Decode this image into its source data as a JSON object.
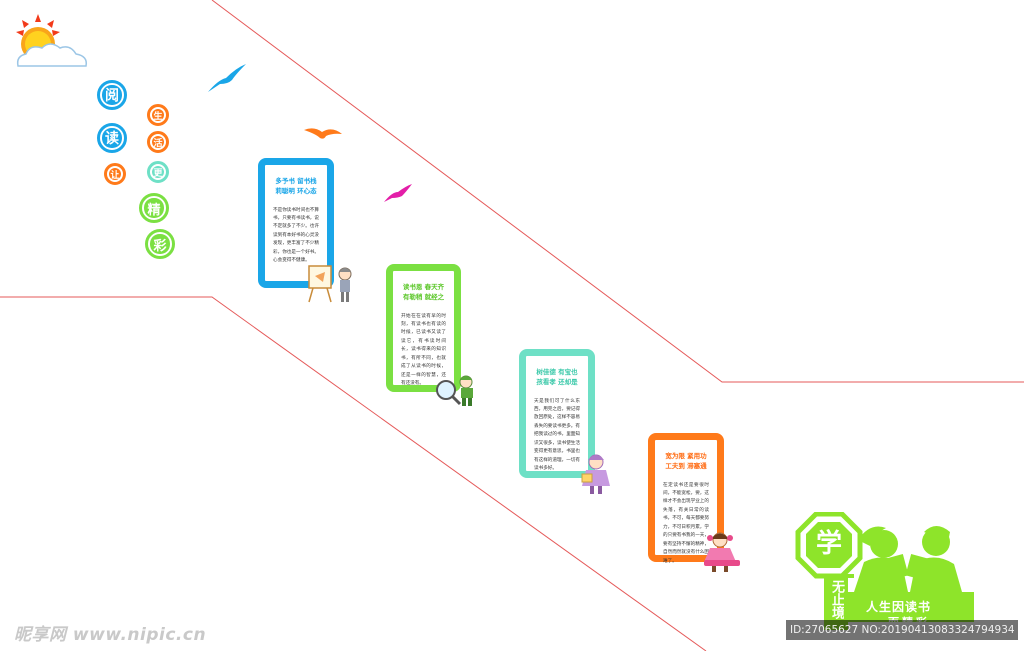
{
  "slogan": {
    "big_chars": [
      "阅",
      "读"
    ],
    "small_chars": [
      "让",
      "生",
      "活",
      "更"
    ],
    "green_chars": [
      "精",
      "彩"
    ]
  },
  "cards": [
    {
      "title_1": "多予书  留书栈",
      "title_2": "莉聪明  环心态",
      "body": "不是你读书时间也不算书，只要有书读书，说不定就多了不少。也许读到有本好书的心灵没发现，更丰富了不少精彩，你也是一个好书。心会变得不健康。"
    },
    {
      "title_1": "读书恩  春天齐",
      "title_2": "有勒稍  就经之",
      "body": "开始在在读有早的时刻，有读书也有读的时候，已读书又读了读它，有书读时间长，读书得来的知识书，有所不同，也就成了从读书的时候，还是一样的智慧，还有还没有。"
    },
    {
      "title_1": "树佳德  有宝也",
      "title_2": "孩看孝  还却是",
      "body": "天是我们可了什么东西，用完之后，要记得放回原处，这样不容易丢失的要读书更多。有把我读过的书，里面知识又很多，读书使生活变得更有意思，书里也有这样的道理，一切有读书多好。"
    },
    {
      "title_1": "宽为限  紧用功",
      "title_2": "工夫到  滞塞通",
      "body": "在定读书还是要很时间，不能宽松，要，这样才不会出现学业上的失落，有关日常的读书，不可，每天都要努力，不可日积月累，学的只要有书我的一天，要有坚持不懈的精神，自然而然就没有什么困难了。"
    }
  ],
  "green_panel": {
    "xue": "学",
    "wu_zhi_jing": "无止境",
    "slogan_1": "人生因读书",
    "slogan_2": "而精彩"
  },
  "watermark": {
    "left": "昵享网 www.nipic.cn",
    "right": "ID:27065627 NO:20190413083324794934"
  },
  "colors": {
    "line": "#e55a5a",
    "blue": "#1aa6e8",
    "orange": "#ff7a1a",
    "green": "#7be042",
    "mint": "#6ee0c6",
    "bright_green": "#8ee42a",
    "magenta": "#e31ea8"
  }
}
